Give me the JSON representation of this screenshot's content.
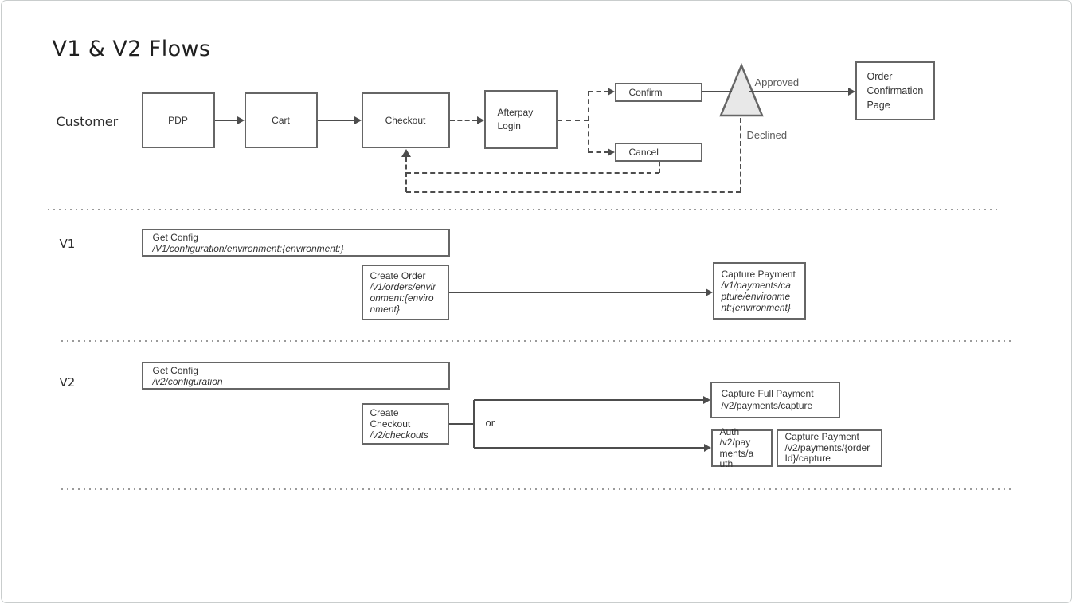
{
  "page": {
    "title": "V1 & V2 Flows"
  },
  "customer": {
    "row_label": "Customer",
    "pdp": "PDP",
    "cart": "Cart",
    "checkout": "Checkout",
    "afterpay_login": "Afterpay Login",
    "confirm": "Confirm",
    "cancel": "Cancel",
    "approved_label": "Approved",
    "declined_label": "Declined",
    "order_confirmation": "Order Confirmation Page"
  },
  "v1": {
    "row_label": "V1",
    "get_config": {
      "title": "Get Config",
      "path": "/V1/configuration/environment:{environment:}"
    },
    "create_order": {
      "title": "Create Order",
      "path": "/v1/orders/environment:{environment}"
    },
    "capture_payment": {
      "title": "Capture Payment",
      "path": "/v1/payments/capture/environment:{environment}"
    }
  },
  "v2": {
    "row_label": "V2",
    "get_config": {
      "title": "Get Config",
      "path": "/v2/configuration"
    },
    "create_checkout": {
      "title": "Create Checkout",
      "path": "/v2/checkouts"
    },
    "or_label": "or",
    "capture_full_payment": {
      "title": "Capture Full Payment",
      "path": "/v2/payments/capture"
    },
    "auth": {
      "title": "Auth",
      "path": "/v2/payments/auth"
    },
    "capture_payment": {
      "title": "Capture Payment",
      "path": "/v2/payments/{orderId}/capture"
    }
  },
  "colors": {
    "box_border": "#666666",
    "connector": "#4d4d4d",
    "text": "#333333",
    "edge_label": "#595959",
    "decision_fill": "#e8e8e8",
    "separator": "#9a9a9a",
    "canvas_border": "#c9cdcd"
  }
}
